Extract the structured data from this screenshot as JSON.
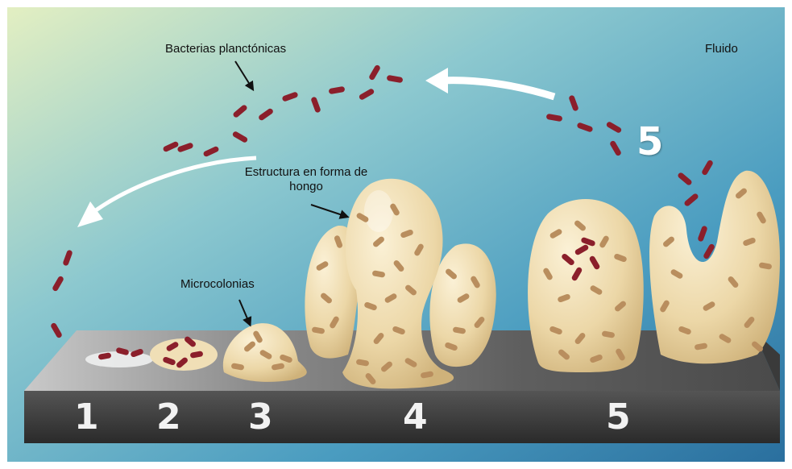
{
  "labels": {
    "planktonic": "Bacterias planctónicas",
    "fluid": "Fluido",
    "mushroom": "Estructura en forma de hongo",
    "microcolonies": "Microcolonias"
  },
  "stages": [
    "1",
    "2",
    "3",
    "4",
    "5"
  ],
  "flow_stage": "5",
  "colors": {
    "bg_light": "#d7ecc0",
    "bg_mid": "#6fb6cc",
    "bg_dark": "#2f7faa",
    "platform_top": "#9a9a9a",
    "platform_side": "#3c3c3c",
    "biofilm": "#ecd7a7",
    "bacteria": "#8b1f2b",
    "arrow": "#ffffff"
  }
}
